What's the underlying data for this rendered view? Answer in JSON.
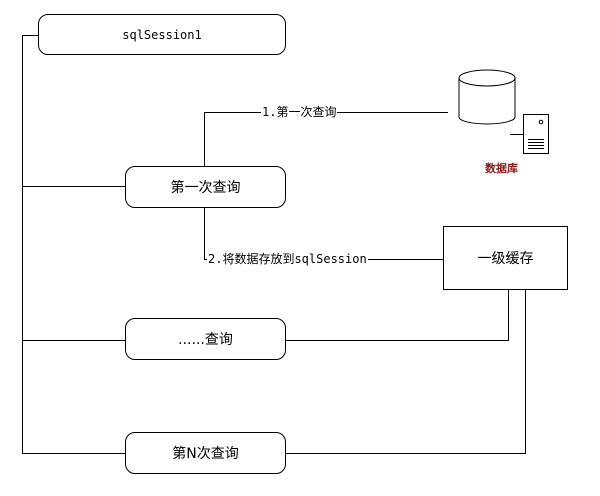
{
  "nodes": {
    "session": "sqlSession1",
    "first_query": "第一次查询",
    "ellipsis_query": "......查询",
    "nth_query": "第N次查询",
    "cache": "一级缓存"
  },
  "edges": {
    "step1": "1.第一次查询",
    "step2": "2.将数据存放到sqlSession"
  },
  "database": {
    "label": "数据库",
    "label_color": "#8b1a1a",
    "icons": [
      "database-cylinder-icon",
      "server-icon"
    ]
  }
}
